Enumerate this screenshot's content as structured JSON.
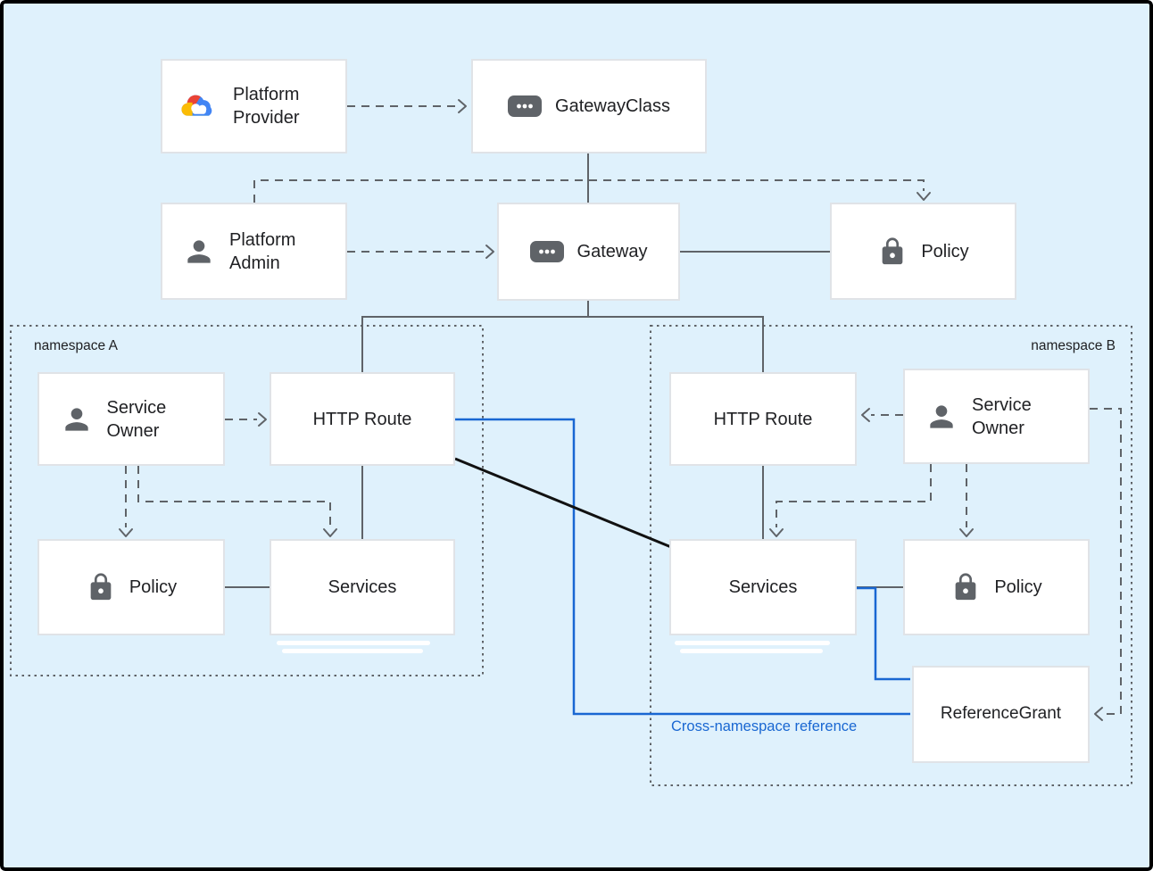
{
  "colors": {
    "background": "#DFF1FC",
    "frame": "#000000",
    "box_fill": "#FFFFFF",
    "box_border": "#E0E3E7",
    "connector_gray": "#5F6368",
    "connector_blue": "#1967D2",
    "connector_black": "#111111",
    "text": "#202124",
    "icon_gray": "#5F6368",
    "google_red": "#EA4335",
    "google_blue": "#4285F4",
    "google_yellow": "#FBBC05",
    "google_green": "#34A853"
  },
  "nodes": {
    "platform_provider": {
      "label": "Platform Provider",
      "icon": "google-cloud-icon"
    },
    "gateway_class": {
      "label": "GatewayClass",
      "icon": "resource-chip-icon"
    },
    "platform_admin": {
      "label": "Platform Admin",
      "icon": "person-icon"
    },
    "gateway": {
      "label": "Gateway",
      "icon": "resource-chip-icon"
    },
    "policy_top": {
      "label": "Policy",
      "icon": "lock-icon"
    },
    "service_owner_a": {
      "label": "Service Owner",
      "icon": "person-icon"
    },
    "http_route_a": {
      "label": "HTTP Route"
    },
    "policy_a": {
      "label": "Policy",
      "icon": "lock-icon"
    },
    "services_a": {
      "label": "Services"
    },
    "http_route_b": {
      "label": "HTTP Route"
    },
    "service_owner_b": {
      "label": "Service Owner",
      "icon": "person-icon"
    },
    "services_b": {
      "label": "Services"
    },
    "policy_b": {
      "label": "Policy",
      "icon": "lock-icon"
    },
    "reference_grant": {
      "label": "ReferenceGrant"
    }
  },
  "namespaces": {
    "a": {
      "label": "namespace A"
    },
    "b": {
      "label": "namespace B"
    }
  },
  "annotations": {
    "cross_namespace": {
      "label": "Cross-namespace reference"
    }
  },
  "edges": [
    {
      "from": "platform_provider",
      "to": "gateway_class",
      "style": "dashed-arrow",
      "color": "gray"
    },
    {
      "from": "gateway_class",
      "to": "gateway",
      "style": "solid",
      "color": "gray"
    },
    {
      "from": "platform_admin",
      "to": "policy_top",
      "style": "dashed-arrow",
      "color": "gray"
    },
    {
      "from": "platform_admin",
      "to": "gateway",
      "style": "dashed-arrow",
      "color": "gray"
    },
    {
      "from": "gateway",
      "to": "policy_top",
      "style": "solid",
      "color": "gray"
    },
    {
      "from": "gateway",
      "to": "http_route_a",
      "style": "solid",
      "color": "gray"
    },
    {
      "from": "gateway",
      "to": "http_route_b",
      "style": "solid",
      "color": "gray"
    },
    {
      "from": "service_owner_a",
      "to": "http_route_a",
      "style": "dashed-arrow",
      "color": "gray"
    },
    {
      "from": "service_owner_a",
      "to": "policy_a",
      "style": "dashed-arrow",
      "color": "gray"
    },
    {
      "from": "service_owner_a",
      "to": "services_a",
      "style": "dashed-arrow",
      "color": "gray"
    },
    {
      "from": "http_route_a",
      "to": "services_a",
      "style": "solid",
      "color": "gray"
    },
    {
      "from": "policy_a",
      "to": "services_a",
      "style": "solid",
      "color": "gray"
    },
    {
      "from": "service_owner_b",
      "to": "http_route_b",
      "style": "dashed-arrow",
      "color": "gray"
    },
    {
      "from": "service_owner_b",
      "to": "services_b",
      "style": "dashed-arrow",
      "color": "gray"
    },
    {
      "from": "service_owner_b",
      "to": "policy_b",
      "style": "dashed-arrow",
      "color": "gray"
    },
    {
      "from": "http_route_b",
      "to": "services_b",
      "style": "solid",
      "color": "gray"
    },
    {
      "from": "services_b",
      "to": "policy_b",
      "style": "solid",
      "color": "gray"
    },
    {
      "from": "service_owner_b",
      "to": "reference_grant",
      "style": "dashed-arrow",
      "color": "gray"
    },
    {
      "from": "http_route_a",
      "to": "reference_grant",
      "style": "solid",
      "color": "blue"
    },
    {
      "from": "services_b",
      "to": "reference_grant",
      "style": "solid",
      "color": "blue"
    },
    {
      "from": "http_route_a",
      "to": "services_b",
      "style": "solid",
      "color": "black"
    }
  ]
}
